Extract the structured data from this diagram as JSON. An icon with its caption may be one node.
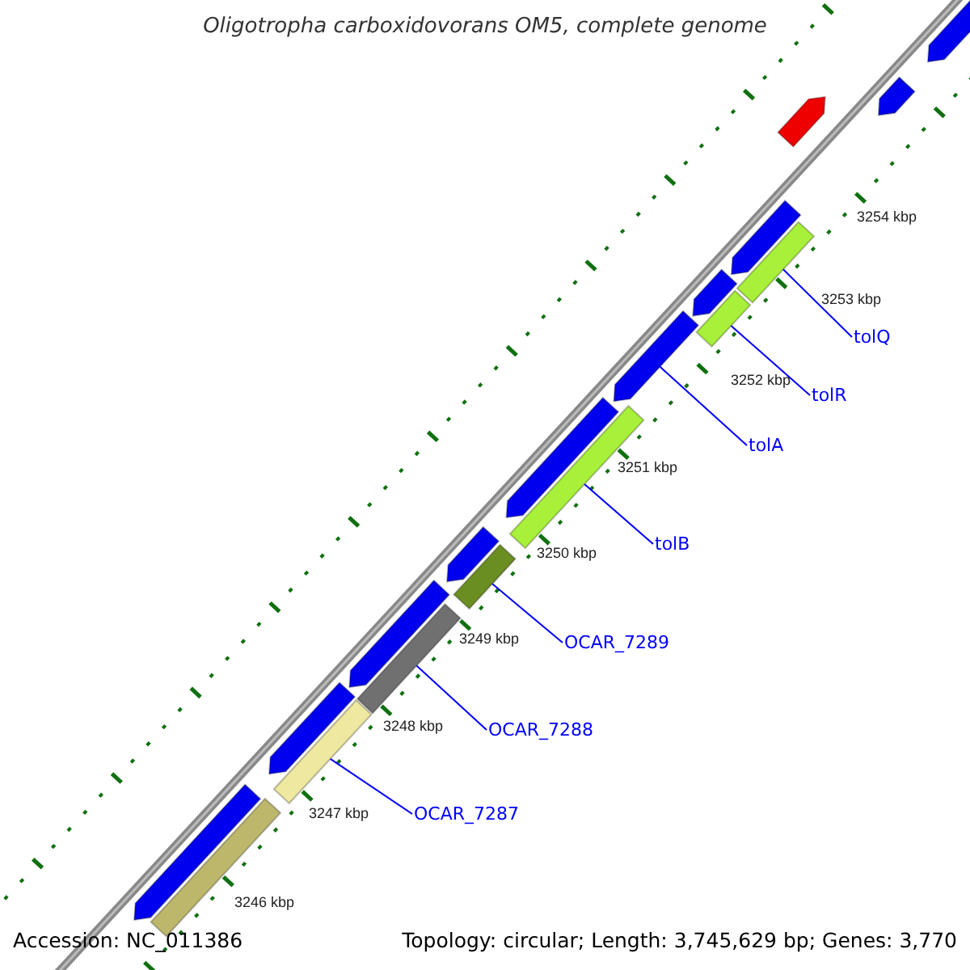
{
  "diagram": {
    "title": "Oligotropha carboxidovorans OM5, complete genome",
    "nodes": [
      {
        "text": [],
        "shape": "bar"
      },
      {
        "text": [],
        "shape": "bar"
      },
      {
        "text": [],
        "shape": "bar"
      },
      {
        "text": [],
        "shape": "bar"
      },
      {
        "text": [],
        "shape": "bar"
      },
      {
        "text": [],
        "shape": "bar"
      },
      {
        "text": [],
        "shape": "bar"
      },
      {
        "text": [],
        "shape": "bar"
      },
      {
        "text": [],
        "shape": "bar"
      },
      {
        "text": [],
        "shape": "bar"
      },
      {
        "text": [],
        "shape": "bar"
      },
      {
        "text": [],
        "shape": "bar"
      },
      {
        "text": [],
        "shape": "bar"
      },
      {
        "text": [],
        "shape": "bar"
      },
      {
        "text": [],
        "shape": "bar"
      },
      {
        "text": [],
        "shape": "bar"
      },
      {
        "text": [],
        "shape": "bar"
      },
      {
        "text": [],
        "shape": "bar"
      },
      {
        "text": [
          "tolQ"
        ]
      },
      {
        "text": [
          "tolR"
        ]
      },
      {
        "text": [
          "tolA"
        ]
      },
      {
        "text": [
          "tolB"
        ]
      },
      {
        "text": [
          "OCAR_7289"
        ]
      },
      {
        "text": [
          "OCAR_7288"
        ]
      },
      {
        "text": [
          "OCAR_7287"
        ]
      }
    ],
    "edges": [
      {
        "from": 18,
        "to": 3,
        "arrow": "none"
      },
      {
        "from": 19,
        "to": 5,
        "arrow": "none"
      },
      {
        "from": 20,
        "to": 7,
        "arrow": "none"
      },
      {
        "from": 21,
        "to": 8,
        "arrow": "none"
      },
      {
        "from": 22,
        "to": 10,
        "arrow": "none"
      },
      {
        "from": 23,
        "to": 12,
        "arrow": "none"
      },
      {
        "from": 24,
        "to": 14,
        "arrow": "none"
      }
    ],
    "labels": [
      "3254 kbp",
      "3253 kbp",
      "3252 kbp",
      "3251 kbp",
      "3250 kbp",
      "3249 kbp",
      "3248 kbp",
      "3247 kbp",
      "3246 kbp",
      "Accession: NC_011386",
      "Topology: circular; Length: 3,745,629 bp; Genes: 3,770"
    ]
  }
}
